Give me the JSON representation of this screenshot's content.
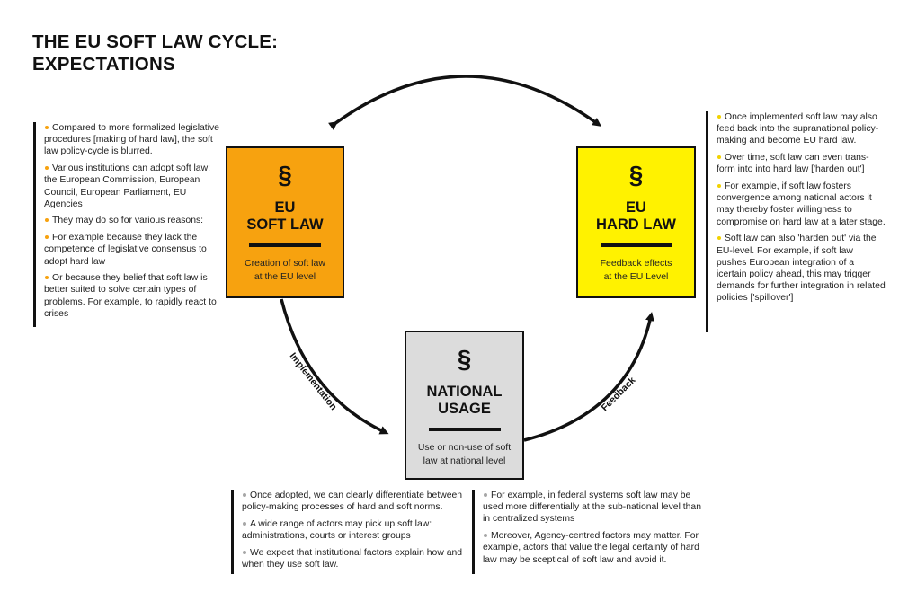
{
  "title": {
    "line1": "THE EU SOFT LAW CYCLE:",
    "line2": "EXPECTATIONS"
  },
  "colors": {
    "soft_law": "#f7a20f",
    "hard_law": "#fff200",
    "national": "#dcdcdc",
    "ink": "#111111"
  },
  "boxes": {
    "soft": {
      "icon": "§",
      "head1": "EU",
      "head2": "SOFT LAW",
      "sub1": "Creation of soft law",
      "sub2": "at the EU level"
    },
    "hard": {
      "icon": "§",
      "head1": "EU",
      "head2": "HARD LAW",
      "sub1": "Feedback effects",
      "sub2": "at the EU Level"
    },
    "national": {
      "icon": "§",
      "head1": "NATIONAL",
      "head2": "USAGE",
      "sub1": "Use or non-use of soft",
      "sub2": "law at national level"
    }
  },
  "arrows": {
    "implementation": "Implementation",
    "feedback": "Feedback"
  },
  "notes": {
    "left": [
      "Compared to more formalized legislative procedures [making of hard law], the soft law policy-cycle is blurred.",
      "Various  institutions can adopt soft law: the European Commission, European Council, European Parliament, EU Agencies",
      "They may do so for various reasons:",
      "For example because they lack the competence of legislative consensus to adopt hard law",
      "Or because they belief that soft law is better suited to solve certain types of problems. For example, to rapidly react to crises"
    ],
    "right": [
      "Once implemented soft law may also feed back into the supranational policy-making and become EU hard law.",
      "Over time, soft law can even trans-form into  into hard law ['harden out']",
      "For example, if soft law fosters convergence among national actors it may thereby foster willingness to compromise on hard law at a later stage.",
      "Soft law can also 'harden out' via the EU-level. For example, if soft law pushes European integration of a icertain policy ahead, this may trigger demands for further integration in related policies ['spillover']"
    ],
    "bottom_left": [
      "Once adopted, we can clearly differentiate between policy-making processes of hard and soft norms.",
      "A wide range of actors may pick up soft law: administrations, courts or interest groups",
      "We expect that institutional factors explain how and when they use soft law."
    ],
    "bottom_right": [
      "For example, in federal systems soft law may be used more differentially at the sub-national level than in centralized systems",
      "Moreover, Agency-centred factors may matter. For example, actors that value the legal certainty of hard law may be sceptical of soft law and avoid it."
    ]
  }
}
